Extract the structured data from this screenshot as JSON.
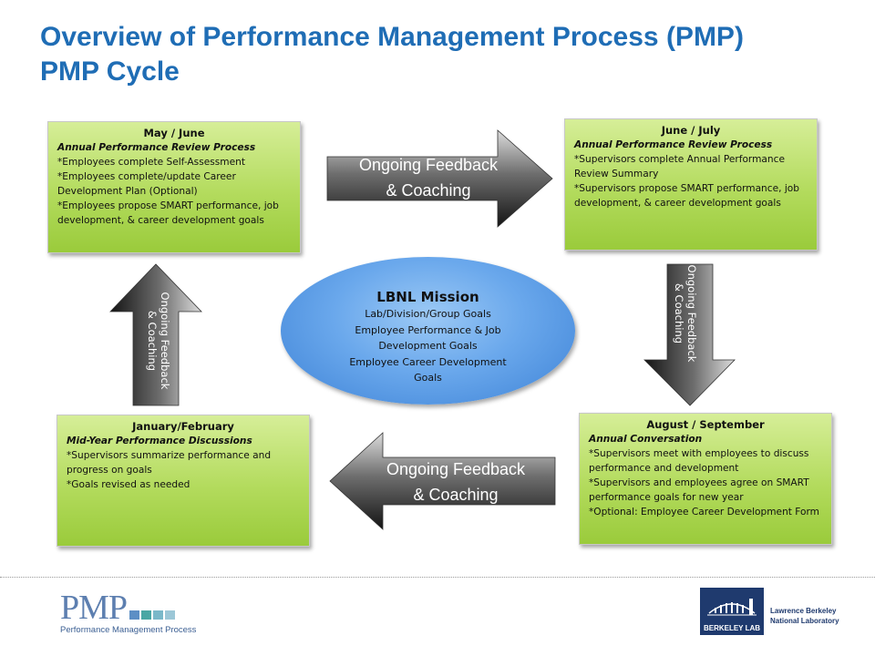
{
  "title": {
    "line1": "Overview of Performance Management Process (PMP)",
    "line2": "PMP Cycle"
  },
  "boxes": {
    "may_june": {
      "heading": "May / June",
      "subheading": "Annual Performance Review Process",
      "lines": [
        "*Employees complete Self-Assessment",
        "*Employees complete/update Career Development Plan (Optional)",
        "*Employees propose SMART performance, job development, & career development goals"
      ]
    },
    "june_july": {
      "heading": "June / July",
      "subheading": "Annual Performance Review Process",
      "lines": [
        "*Supervisors complete Annual Performance Review Summary",
        "*Supervisors propose SMART performance, job development, & career development goals"
      ]
    },
    "jan_feb": {
      "heading": "January/February",
      "subheading": "Mid-Year Performance Discussions",
      "lines": [
        "*Supervisors summarize performance and progress on goals",
        "*Goals revised as needed"
      ]
    },
    "aug_sep": {
      "heading": "August / September",
      "subheading": "Annual Conversation",
      "lines": [
        "*Supervisors meet with employees to discuss performance and development",
        "*Supervisors and employees agree on SMART performance goals for new year",
        "*Optional: Employee Career Development Form"
      ]
    }
  },
  "mission": {
    "title": "LBNL Mission",
    "lines": [
      "Lab/Division/Group Goals",
      "Employee Performance & Job",
      "Development Goals",
      "Employee Career Development",
      "Goals"
    ]
  },
  "arrows": {
    "top": {
      "line1": "Ongoing Feedback",
      "line2": "& Coaching"
    },
    "bottom": {
      "line1": "Ongoing Feedback",
      "line2": "& Coaching"
    },
    "left": {
      "line1": "Ongoing Feedback",
      "line2": "& Coaching"
    },
    "right": {
      "line1": "Ongoing Feedback",
      "line2": "& Coaching"
    }
  },
  "footer": {
    "pmp_logo": "PMP",
    "pmp_subtitle": "Performance Management Process",
    "lab_short": "BERKELEY LAB",
    "lab_full_line1": "Lawrence Berkeley",
    "lab_full_line2": "National Laboratory"
  },
  "colors": {
    "title": "#1f6db5",
    "box_green": "#a9d34e",
    "mission_blue": "#5b9be6",
    "arrow_dark": "#1a1a1a"
  }
}
